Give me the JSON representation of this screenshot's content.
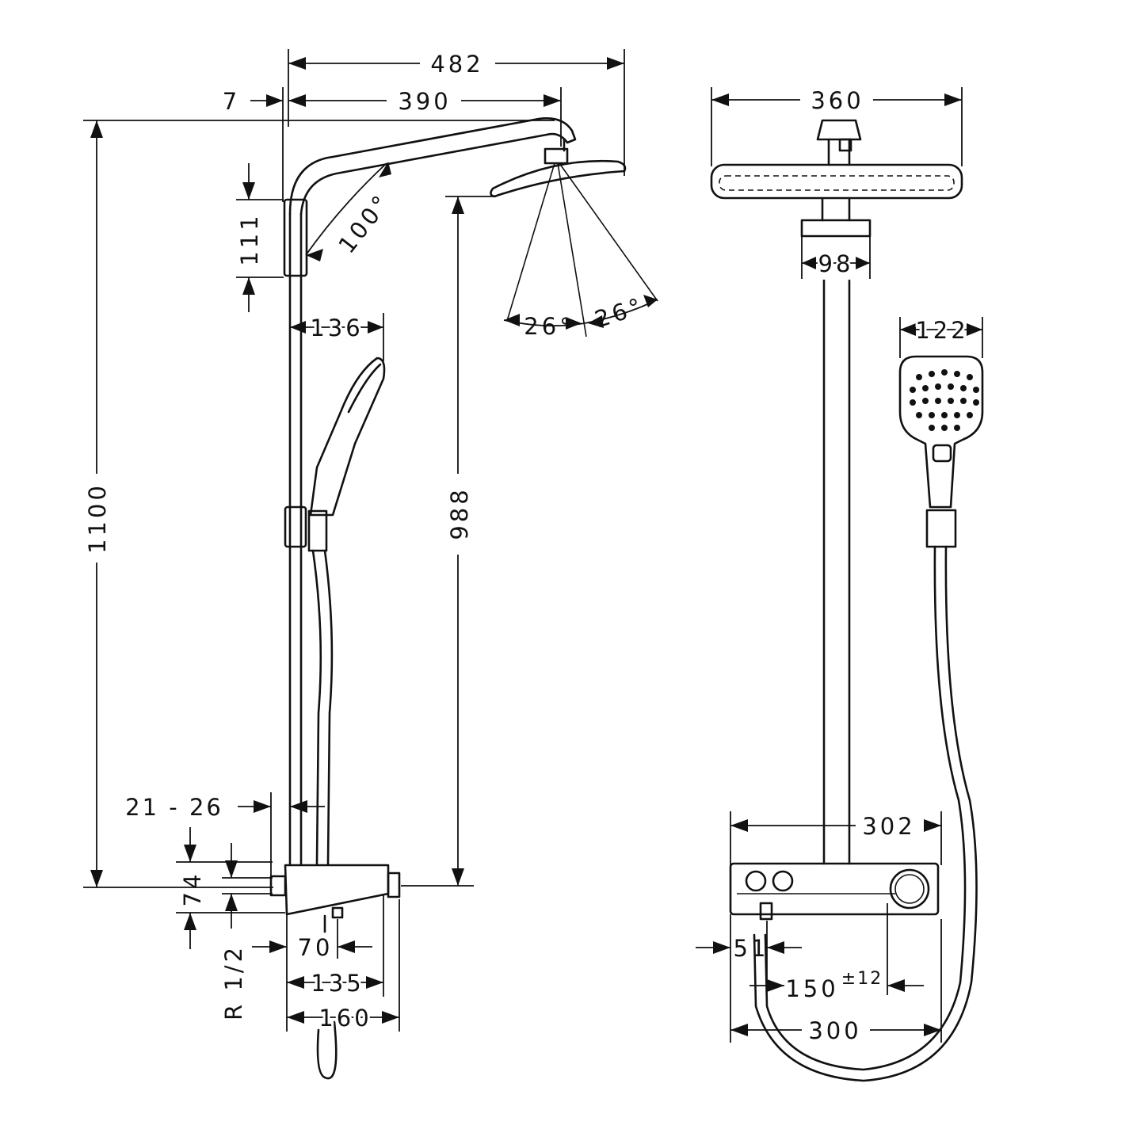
{
  "side_view": {
    "overall_width": "482",
    "wall_offset": "7",
    "arm_projection": "390",
    "arm_angle": "100°",
    "bracket_height": "111",
    "total_height": "1100",
    "head_height": "988",
    "spray_angle_left": "26°",
    "spray_angle_right": "26°",
    "hand_shower_width": "136",
    "wall_distance_range": "21 - 26",
    "connection_height": "74",
    "connection_offset": "70",
    "thread": "R 1/2",
    "body_depth": "135",
    "overall_depth": "160"
  },
  "front_view": {
    "head_diameter": "360",
    "connector_width": "98",
    "hand_shower_width": "122",
    "thermostat_width": "302",
    "outlet_offset": "51",
    "inlet_spacing": "150",
    "inlet_tolerance": "±12",
    "bottom_width": "300"
  }
}
